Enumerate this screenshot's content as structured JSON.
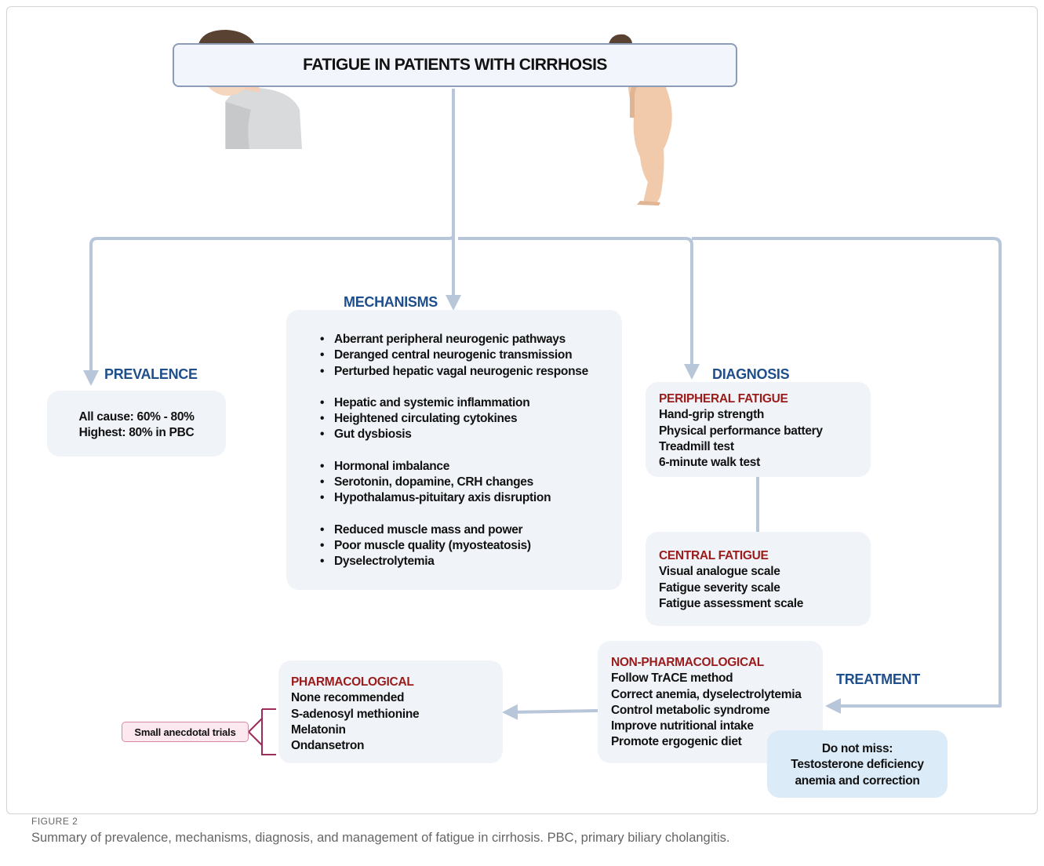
{
  "title": "FATIGUE IN PATIENTS WITH CIRRHOSIS",
  "prevalence": {
    "heading": "PREVALENCE",
    "lines": [
      "All cause: 60% - 80%",
      "Highest: 80% in PBC"
    ]
  },
  "mechanisms": {
    "heading": "MECHANISMS",
    "groups": [
      [
        "Aberrant peripheral neurogenic pathways",
        "Deranged central neurogenic transmission",
        "Perturbed hepatic vagal neurogenic response"
      ],
      [
        "Hepatic and systemic inflammation",
        "Heightened circulating cytokines",
        "Gut dysbiosis"
      ],
      [
        "Hormonal imbalance",
        "Serotonin, dopamine, CRH changes",
        "Hypothalamus-pituitary axis disruption"
      ],
      [
        "Reduced muscle mass and power",
        "Poor muscle quality (myosteatosis)",
        "Dyselectrolytemia"
      ]
    ]
  },
  "diagnosis": {
    "heading": "DIAGNOSIS",
    "peripheral": {
      "heading": "PERIPHERAL FATIGUE",
      "items": [
        "Hand-grip strength",
        "Physical performance battery",
        "Treadmill test",
        "6-minute walk test"
      ]
    },
    "central": {
      "heading": "CENTRAL FATIGUE",
      "items": [
        "Visual analogue scale",
        "Fatigue severity scale",
        "Fatigue assessment scale"
      ]
    }
  },
  "treatment": {
    "heading": "TREATMENT",
    "non_pharmacological": {
      "heading": "NON-PHARMACOLOGICAL",
      "items": [
        "Follow TrACE method",
        "Correct anemia, dyselectrolytemia",
        "Control metabolic syndrome",
        "Improve nutritional intake",
        "Promote ergogenic diet"
      ]
    },
    "pharmacological": {
      "heading": "PHARMACOLOGICAL",
      "items": [
        "None recommended",
        "S-adenosyl methionine",
        "Melatonin",
        "Ondansetron"
      ]
    },
    "tag": "Small anecdotal trials",
    "note": [
      "Do not miss:",
      "Testosterone deficiency",
      "anemia and correction"
    ]
  },
  "caption": {
    "label": "FIGURE 2",
    "text": "Summary of prevalence, mechanisms, diagnosis, and management of fatigue in cirrhosis. PBC, primary biliary cholangitis."
  },
  "colors": {
    "connector": "#b8c6da",
    "section_heading": "#1f4e8c",
    "subheading": "#9b1b1b",
    "box_fill": "#f0f3f8",
    "note_fill": "#dcebf8",
    "bracket": "#9b2d5a"
  }
}
